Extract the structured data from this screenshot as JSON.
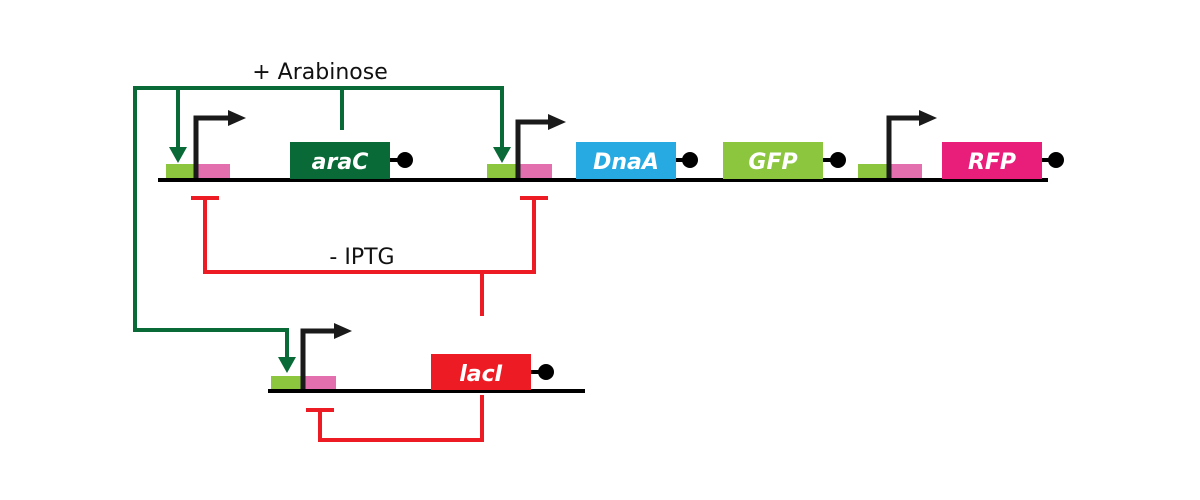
{
  "labels": {
    "arabinose": "+ Arabinose",
    "iptg": "- IPTG"
  },
  "genes": [
    {
      "id": "araC",
      "label": "araC",
      "color": "#096a37"
    },
    {
      "id": "DnaA",
      "label": "DnaA",
      "color": "#27aae1"
    },
    {
      "id": "GFP",
      "label": "GFP",
      "color": "#8cc63f"
    },
    {
      "id": "RFP",
      "label": "RFP",
      "color": "#e91e7a"
    },
    {
      "id": "lacI",
      "label": "lacI",
      "color": "#ed1c24"
    }
  ],
  "colors": {
    "backbone": "#000000",
    "activation": "#096a37",
    "repression": "#ed1c24",
    "operator_green": "#8cc63f",
    "operator_pink": "#e36fae",
    "promoter_arrow": "#1a1a1a"
  }
}
